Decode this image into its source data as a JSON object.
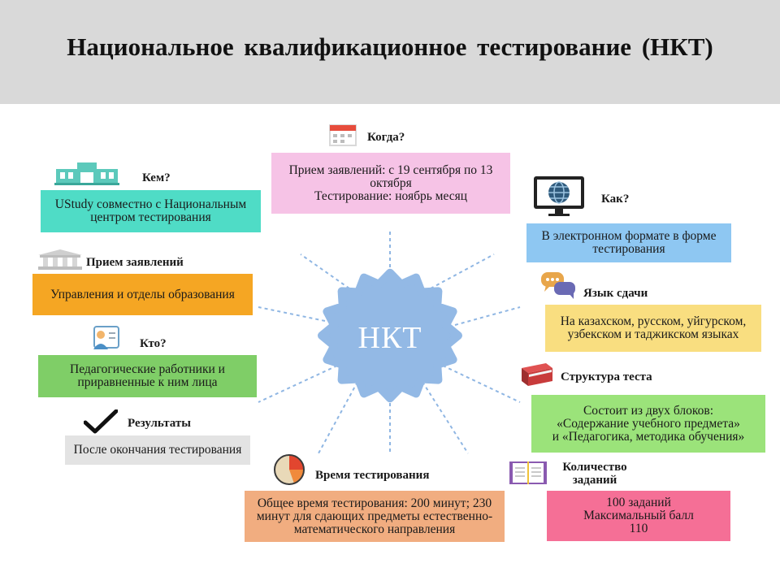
{
  "title": "Национальное квалификационное тестирование (НКТ)",
  "center": "НКТ",
  "blocks": {
    "kem": {
      "label": "Кем?",
      "text": "UStudy совместно с Национальным центром тестирования"
    },
    "priem": {
      "label": "Прием заявлений",
      "text": "Управления и отделы образования"
    },
    "kto": {
      "label": "Кто?",
      "text": "Педагогические работники и приравненные к ним лица"
    },
    "rezultaty": {
      "label": "Результаты",
      "text": "После окончания тестирования"
    },
    "kogda": {
      "label": "Когда?",
      "line1": "Прием заявлений: с 19 сентября по 13 октября",
      "line2": "Тестирование: ноябрь месяц"
    },
    "kak": {
      "label": "Как?",
      "text": "В электронном формате в форме тестирования"
    },
    "yazyk": {
      "label": "Язык сдачи",
      "text": "На казахском, русском, уйгурском, узбекском и таджикском языках"
    },
    "struktura": {
      "label": "Структура теста",
      "line1": "Состоит из двух блоков:",
      "line2": "«Содержание учебного предмета»",
      "line3": "и «Педагогика, методика обучения»"
    },
    "vremya": {
      "label": "Время тестирования",
      "text": "Общее время тестирования: 200 минут; 230 минут для сдающих предметы естественно-математического направления"
    },
    "kolichestvo": {
      "label": "Количество заданий",
      "line1": "100 заданий",
      "line2": "Максимальный балл",
      "line3": "110"
    }
  },
  "icons": [
    "building-icon",
    "institution-icon",
    "person-document-icon",
    "checkmark-icon",
    "calendar-icon",
    "monitor-globe-icon",
    "chat-bubbles-icon",
    "book-icon",
    "clock-pie-icon",
    "open-book-icon"
  ],
  "colors": {
    "header": "#d9d9d9",
    "center": "#93b9e5",
    "rays": "#8fb6e3",
    "kem": "#4fdcc6",
    "priem": "#f5a623",
    "kto": "#7fce67",
    "rezultaty": "#e3e3e3",
    "kogda": "#f6c3e6",
    "kak": "#8ec7f2",
    "yazyk": "#f9de80",
    "struktura": "#9be37a",
    "vremya": "#f1ad80",
    "kolichestvo": "#f56f96"
  }
}
